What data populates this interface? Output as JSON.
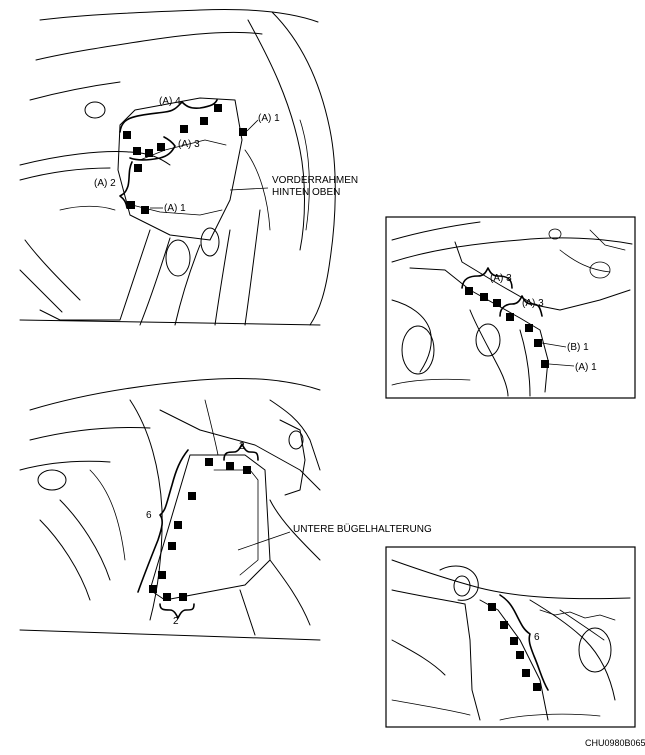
{
  "labels": {
    "a4": "(A) 4",
    "a3": "(A) 3",
    "a1_top": "(A) 1",
    "a2": "(A) 2",
    "a1_lower": "(A) 1",
    "frame_line1": "VORDERRAHMEN",
    "frame_line2": "HINTEN OBEN",
    "inset_a3_upper": "(A) 3",
    "inset_a3_lower": "(A) 3",
    "inset_b1": "(B) 1",
    "inset_a1": "(A) 1",
    "count_2_top": "2",
    "count_6": "6",
    "count_2_bottom": "2",
    "lower_bracket": "UNTERE BÜGELHALTERUNG",
    "inset_6": "6"
  },
  "figure_code": "CHU0980B065"
}
